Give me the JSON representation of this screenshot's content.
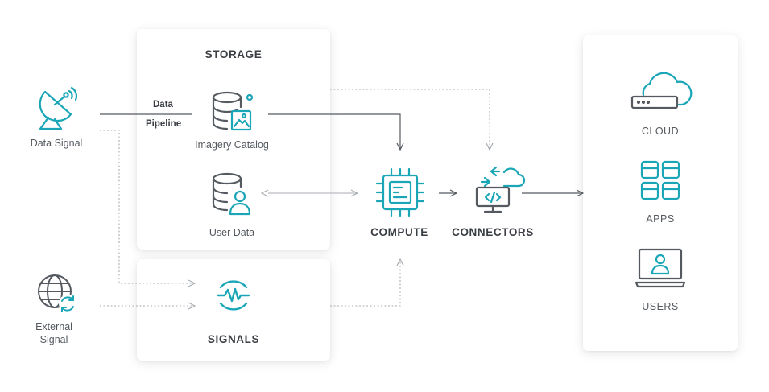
{
  "colors": {
    "accent": "#1aa6b7",
    "icon_gray": "#555a60",
    "line": "#555a60",
    "dotted": "#a9aeb3"
  },
  "storage": {
    "title": "STORAGE",
    "imagery": "Imagery Catalog",
    "user_data": "User Data"
  },
  "signals": {
    "title": "SIGNALS"
  },
  "sources": {
    "data_signal": "Data Signal",
    "external_l1": "External",
    "external_l2": "Signal"
  },
  "pipeline": {
    "l1": "Data",
    "l2": "Pipeline"
  },
  "compute": "COMPUTE",
  "connectors": "CONNECTORS",
  "outputs": {
    "cloud": "CLOUD",
    "apps": "APPS",
    "users": "USERS"
  },
  "icons": [
    "satellite-dish-icon",
    "globe-sync-icon",
    "database-image-icon",
    "database-user-icon",
    "pulse-wave-icon",
    "cpu-chip-icon",
    "cloud-code-icon",
    "cloud-server-icon",
    "apps-grid-icon",
    "user-laptop-icon"
  ]
}
